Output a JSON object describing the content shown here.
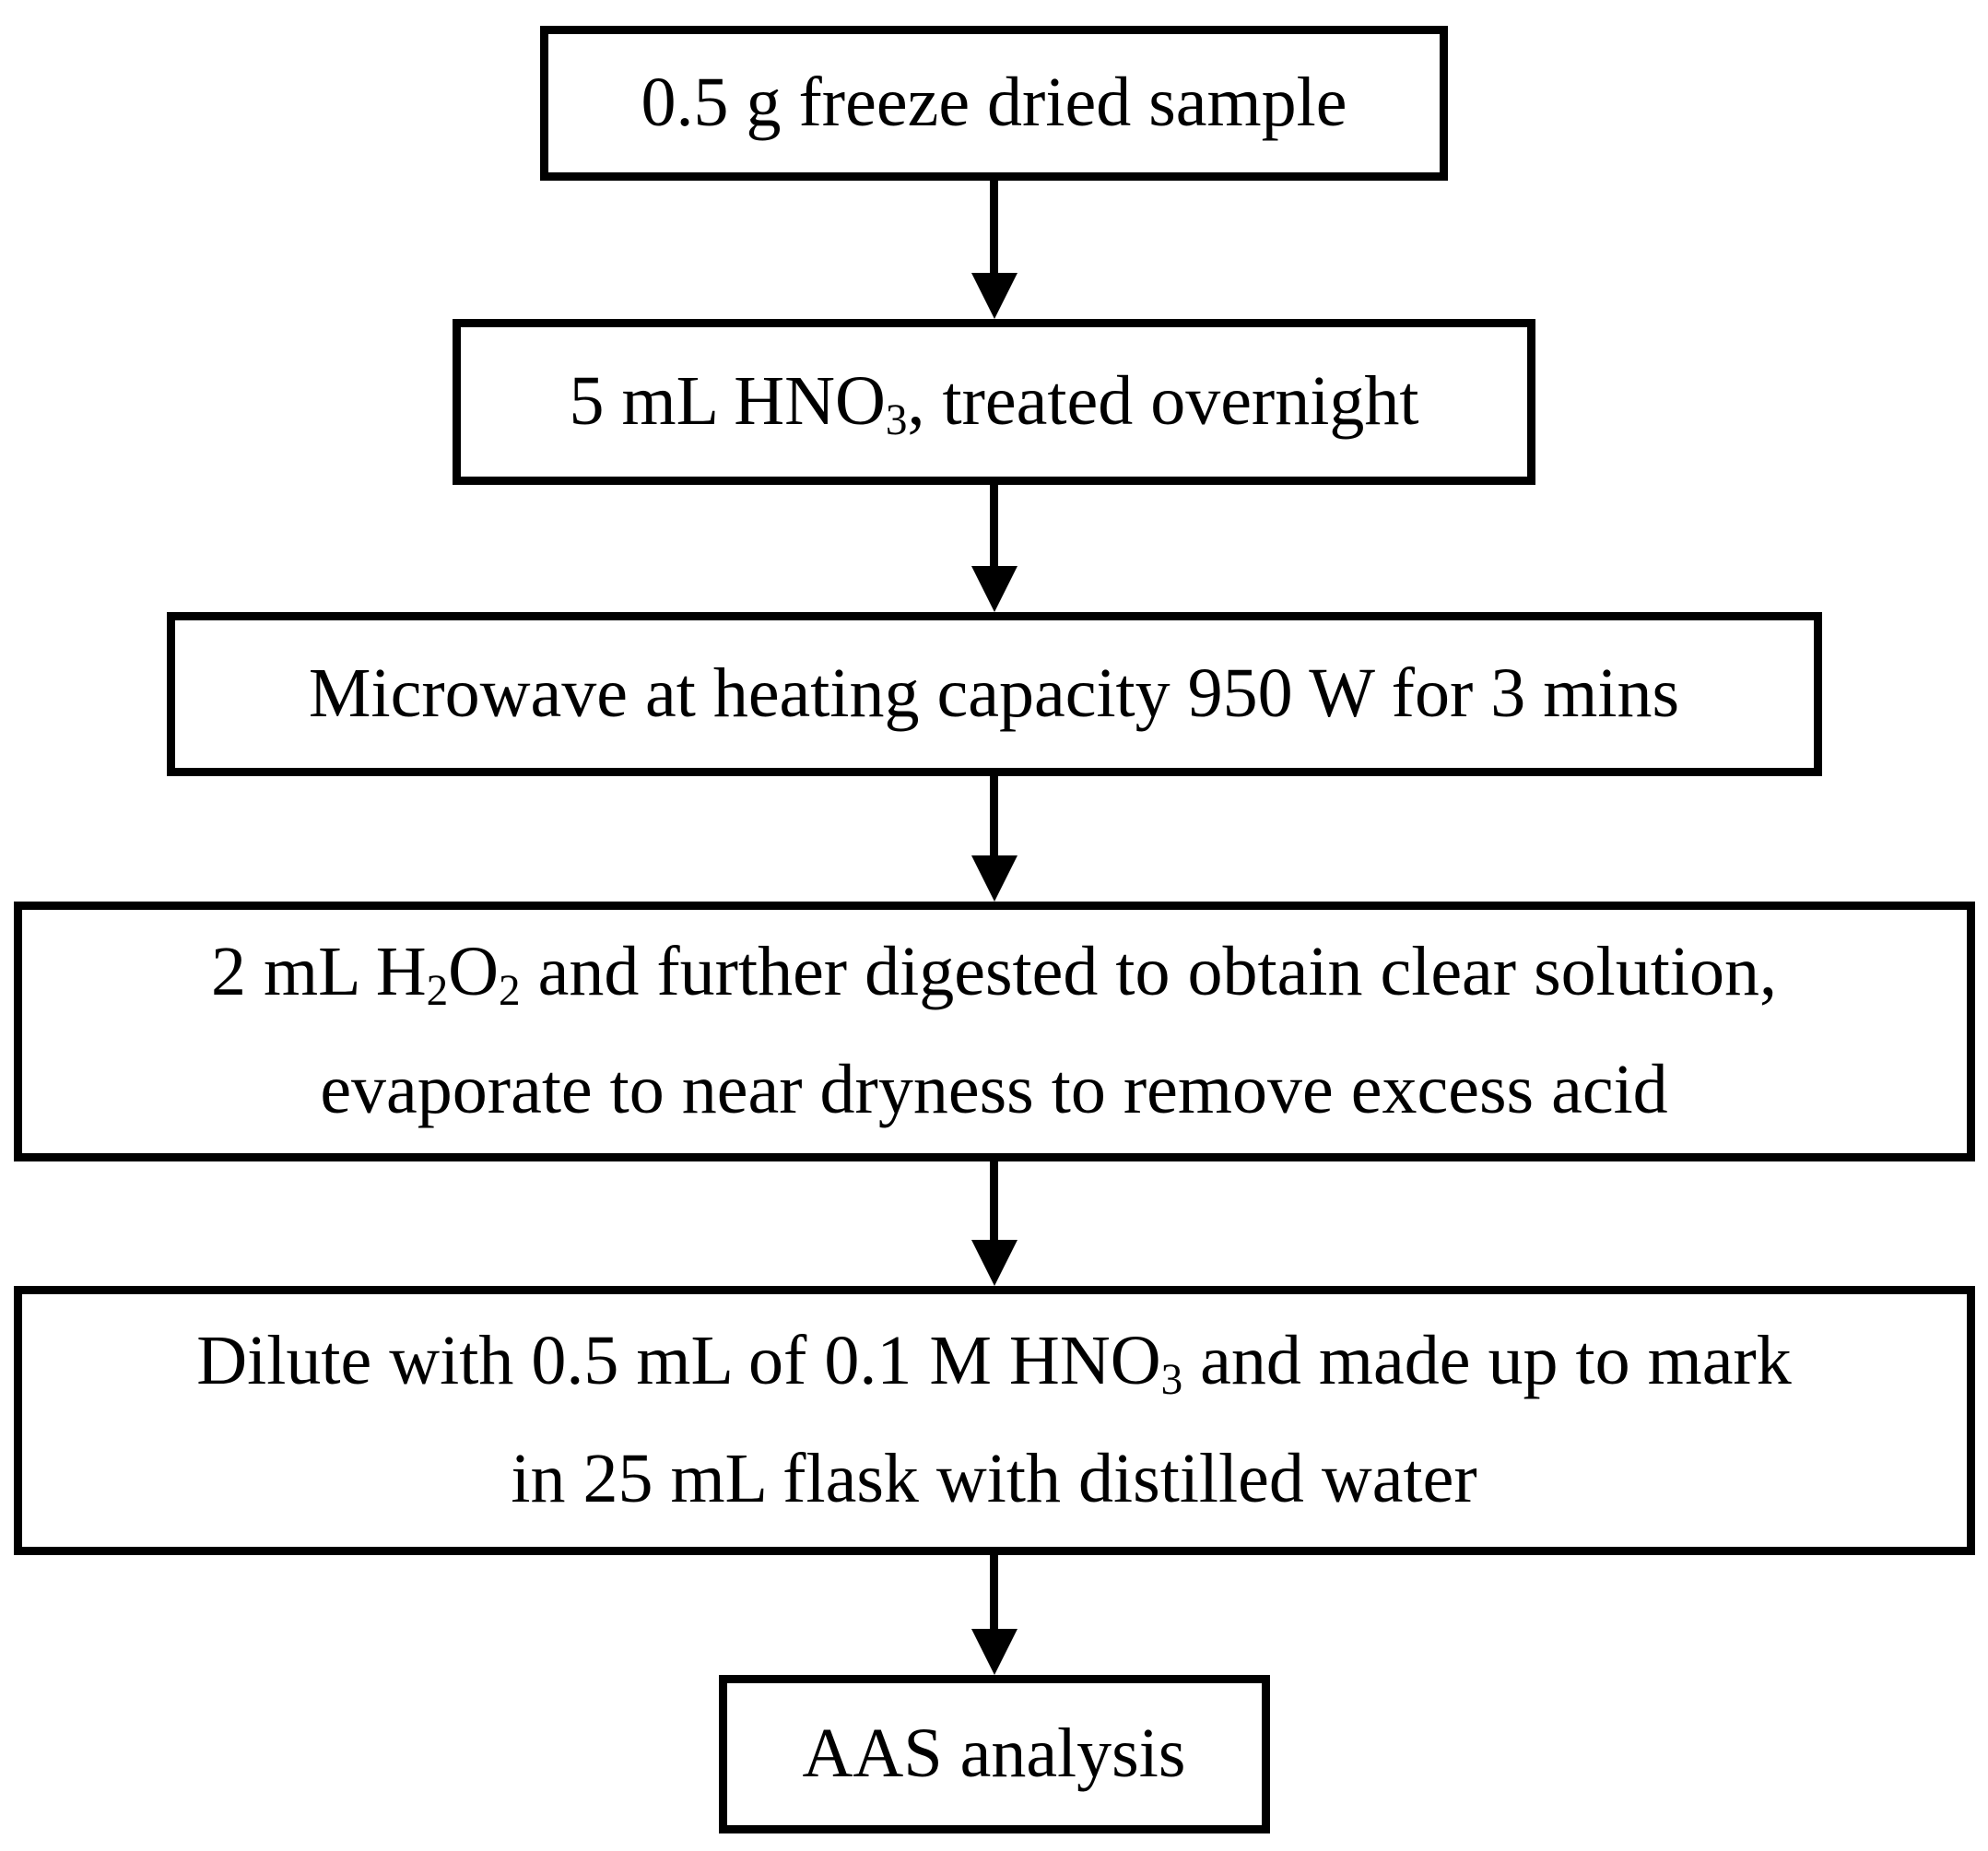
{
  "figure": {
    "type": "flowchart",
    "direction": "top-down",
    "colors": {
      "border": "#000000",
      "fill": "#ffffff",
      "text": "#000000",
      "arrow": "#000000",
      "background": "#ffffff"
    },
    "steps": [
      {
        "name": "freeze-dried-sample",
        "lines": [
          [
            {
              "t": "0.5 g freeze dried sample"
            }
          ]
        ]
      },
      {
        "name": "nitric-acid-treatment",
        "lines": [
          [
            {
              "t": "5 mL HNO"
            },
            {
              "t": "3",
              "sub": true
            },
            {
              "t": ", treated overnight"
            }
          ]
        ]
      },
      {
        "name": "microwave-heating",
        "lines": [
          [
            {
              "t": "Microwave at heating capacity 950 W for 3 mins"
            }
          ]
        ]
      },
      {
        "name": "peroxide-digestion",
        "lines": [
          [
            {
              "t": "2 mL H"
            },
            {
              "t": "2",
              "sub": true
            },
            {
              "t": "O"
            },
            {
              "t": "2",
              "sub": true
            },
            {
              "t": " and further digested to obtain clear solution,"
            }
          ],
          [
            {
              "t": "evaporate to near dryness to remove excess acid"
            }
          ]
        ]
      },
      {
        "name": "dilution",
        "lines": [
          [
            {
              "t": "Dilute with 0.5 mL of 0.1 M HNO"
            },
            {
              "t": "3",
              "sub": true
            },
            {
              "t": " and made up to mark"
            }
          ],
          [
            {
              "t": "in 25 mL flask with distilled water"
            }
          ]
        ]
      },
      {
        "name": "aas-analysis",
        "lines": [
          [
            {
              "t": "AAS analysis"
            }
          ]
        ]
      }
    ],
    "connectors": [
      {
        "from": 1,
        "to": 2,
        "type": "arrow-down"
      },
      {
        "from": 2,
        "to": 3,
        "type": "arrow-down"
      },
      {
        "from": 3,
        "to": 4,
        "type": "arrow-down"
      },
      {
        "from": 4,
        "to": 5,
        "type": "arrow-down"
      },
      {
        "from": 5,
        "to": 6,
        "type": "arrow-down"
      }
    ]
  }
}
